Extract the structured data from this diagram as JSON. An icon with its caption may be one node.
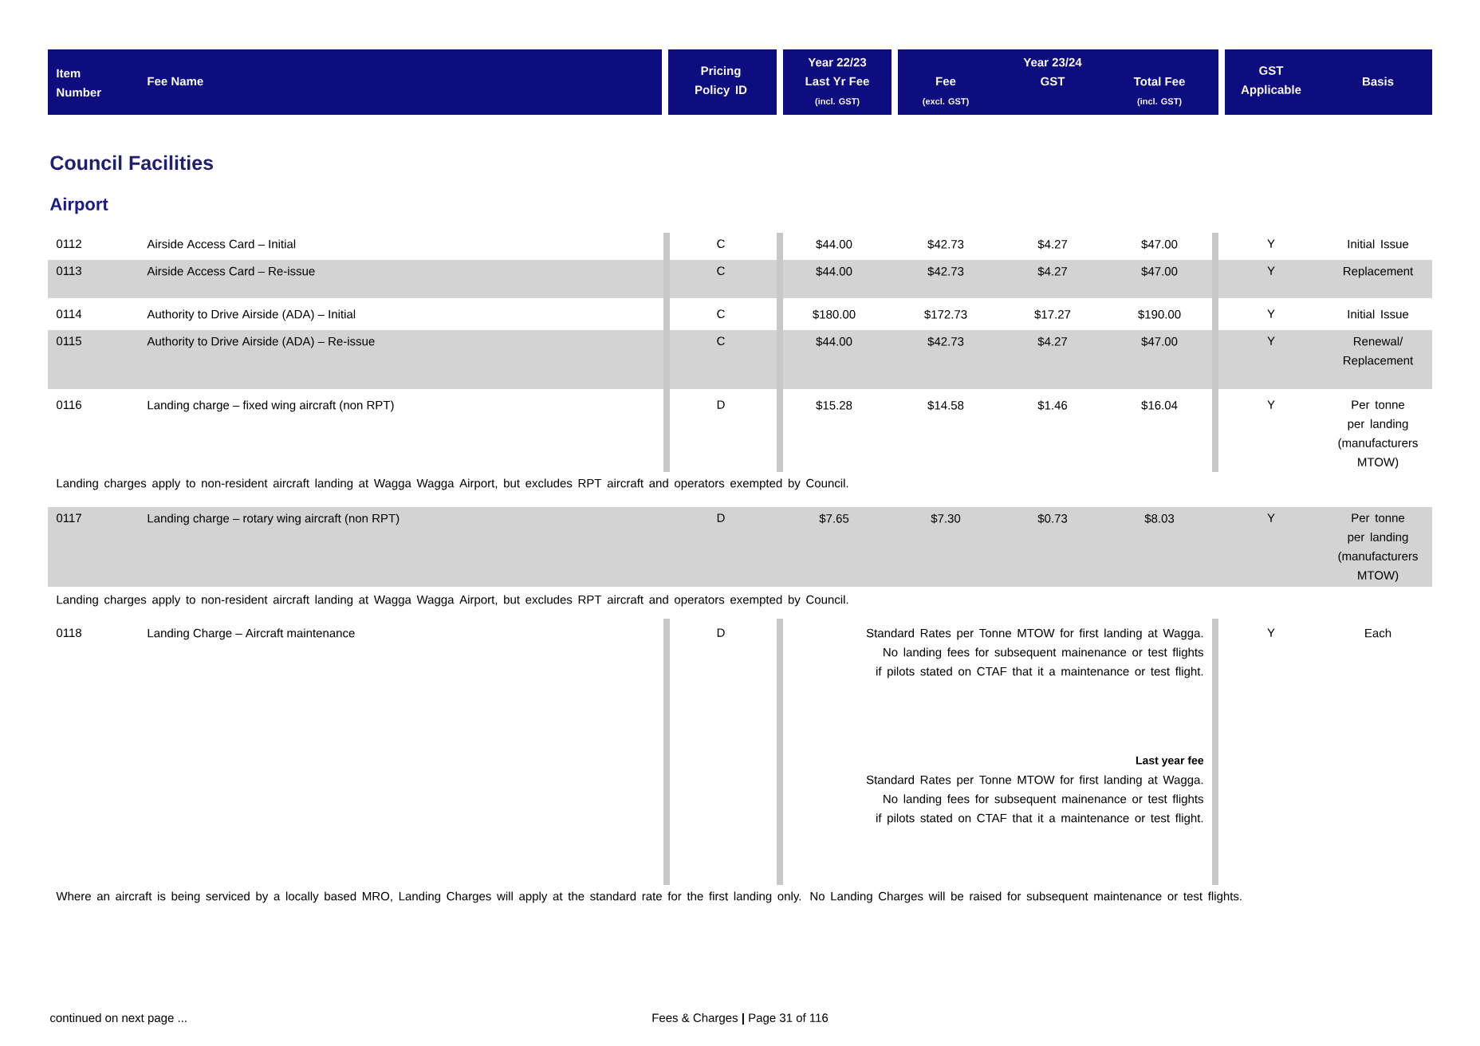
{
  "diagram": {
    "title": "Council Facilities",
    "labels": [
      "Item Number",
      "Fee Name",
      "Pricing Policy ID",
      "Year 22/23",
      "Last Yr Fee",
      "(incl. GST)",
      "Year 23/24",
      "Fee",
      "(excl. GST)",
      "GST",
      "Total Fee",
      "(incl. GST)",
      "GST Applicable",
      "Basis",
      "Airport",
      "0112",
      "Airside Access Card – Initial",
      "C",
      "$44.00",
      "$42.73",
      "$4.27",
      "$47.00",
      "Y",
      "Initial Issue",
      "0113",
      "Airside Access Card – Re-issue",
      "C",
      "$44.00",
      "$42.73",
      "$4.27",
      "$47.00",
      "Y",
      "Replacement",
      "0114",
      "Authority to Drive Airside (ADA) – Initial",
      "C",
      "$180.00",
      "$172.73",
      "$17.27",
      "$190.00",
      "Y",
      "Initial Issue",
      "0115",
      "Authority to Drive Airside (ADA) – Re-issue",
      "C",
      "$44.00",
      "$42.73",
      "$4.27",
      "$47.00",
      "Y",
      "Renewal/ Replacement",
      "0116",
      "Landing charge – fixed wing aircraft (non RPT)",
      "D",
      "$15.28",
      "$14.58",
      "$1.46",
      "$16.04",
      "Y",
      "Per tonne per landing (manufacturers MTOW)",
      "Landing charges apply to non-resident aircraft landing at Wagga Wagga Airport, but excludes RPT aircraft and operators exempted by Council.",
      "0117",
      "Landing charge – rotary wing aircraft (non RPT)",
      "D",
      "$7.65",
      "$7.30",
      "$0.73",
      "$8.03",
      "Y",
      "Per tonne per landing (manufacturers MTOW)",
      "Landing charges apply to non-resident aircraft landing at Wagga Wagga Airport, but excludes RPT aircraft and operators exempted by Council.",
      "0118",
      "Landing Charge – Aircraft maintenance",
      "D",
      "Standard Rates per Tonne MTOW for first landing at Wagga.  No landing fees for subsequent mainenance or test flights if pilots stated on CTAF that it a maintenance or test flight.",
      "Last year fee",
      "Standard Rates per Tonne MTOW for first landing at Wagga.  No landing fees for subsequent mainenance or test flights if pilots stated on CTAF that it a maintenance or test flight.",
      "Y",
      "Each",
      "Where an aircraft is being serviced by a locally based MRO, Landing Charges will apply at the standard rate for the first landing only. No Landing Charges will be raised for subsequent maintenance or test flights.",
      "continued on next page ...",
      "Fees & Charges **|** Page 31 of 116"
    ]
  }
}
